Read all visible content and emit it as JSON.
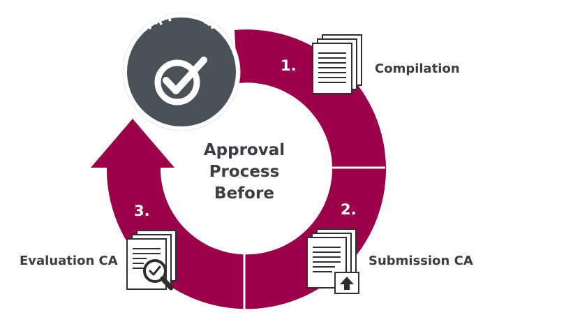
{
  "center": {
    "line1": "Approval",
    "line2": "Process",
    "line3": "Before"
  },
  "badge": {
    "label": "Approval",
    "icon": "checkmark-icon"
  },
  "steps": [
    {
      "number": "1.",
      "label": "Compilation",
      "icon": "documents-icon"
    },
    {
      "number": "2.",
      "label": "Submission CA",
      "icon": "documents-upload-icon"
    },
    {
      "number": "3.",
      "label": "Evaluation CA",
      "icon": "documents-magnifier-icon"
    }
  ],
  "colors": {
    "ring": "#9b0048",
    "badge": "#4a5259",
    "text": "#3b3d41"
  }
}
